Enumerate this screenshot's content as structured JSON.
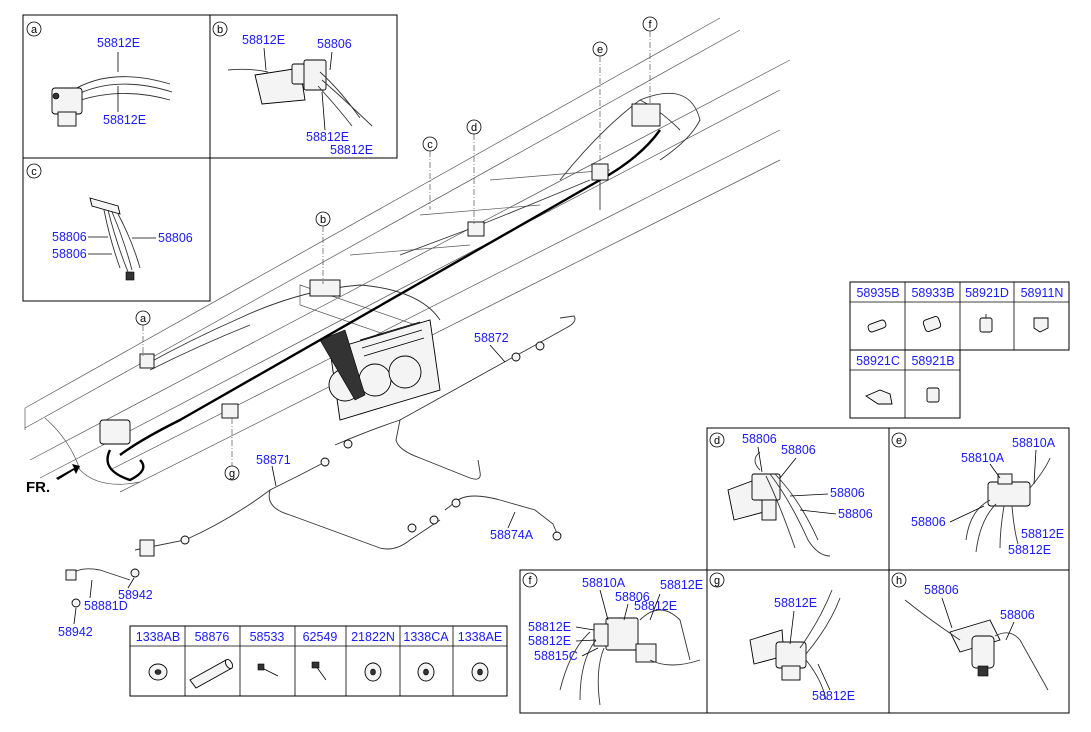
{
  "callouts": {
    "a": "a",
    "b": "b",
    "c": "c",
    "d": "d",
    "e": "e",
    "f": "f",
    "g": "g",
    "h": "h"
  },
  "panel_a": {
    "top_label": "58812E",
    "bottom_label": "58812E"
  },
  "panel_b": {
    "label_left": "58812E",
    "label_right": "58806",
    "label_bottom_1": "58812E",
    "label_bottom_2": "58812E"
  },
  "panel_c": {
    "label_left_1": "58806",
    "label_left_2": "58806",
    "label_right": "58806"
  },
  "panel_d": {
    "label_1": "58806",
    "label_2": "58806",
    "label_3": "58806",
    "label_4": "58806"
  },
  "panel_e": {
    "label_1": "58810A",
    "label_2": "58810A",
    "label_3": "58806",
    "label_4": "58812E",
    "label_5": "58812E"
  },
  "panel_f": {
    "label_1": "58810A",
    "label_2": "58806",
    "label_3": "58812E",
    "label_4": "58812E",
    "label_5": "58812E",
    "label_6": "58812E",
    "label_7": "58815C"
  },
  "panel_g": {
    "label_top": "58812E",
    "label_bottom": "58812E"
  },
  "panel_h": {
    "label_left": "58806",
    "label_right": "58806"
  },
  "main": {
    "fr_label": "FR.",
    "pipe_upper": "58872",
    "pipe_lower": "58871",
    "pipe_right": "58874A",
    "hose": "58881D",
    "washer_1": "58942",
    "washer_2": "58942"
  },
  "fittings_table": {
    "headers_row1": [
      "58935B",
      "58933B",
      "58921D",
      "58911N"
    ],
    "headers_row2": [
      "58921C",
      "58921B"
    ]
  },
  "hardware_table": {
    "headers": [
      "1338AB",
      "58876",
      "58533",
      "62549",
      "21822N",
      "1338CA",
      "1338AE"
    ]
  }
}
